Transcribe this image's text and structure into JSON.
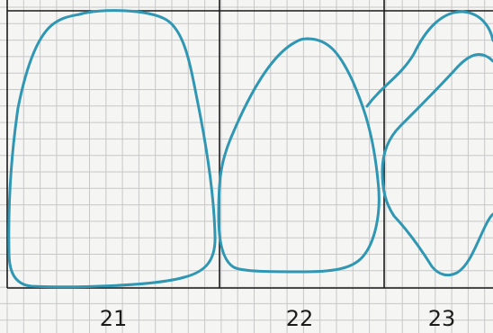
{
  "labels": {
    "tooth_21": "21",
    "tooth_22": "22",
    "tooth_23": "23"
  },
  "colors": {
    "outline": "#2f97b3",
    "grid_major": "#1a1a1a",
    "grid_minor": "#c7c7c7",
    "paper": "#f5f5f3"
  }
}
